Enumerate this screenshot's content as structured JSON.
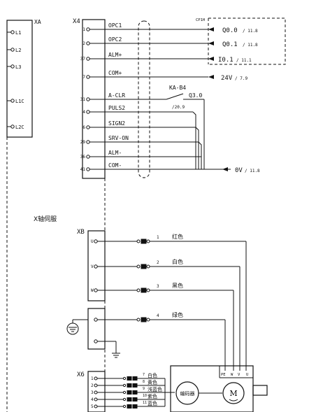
{
  "xa": {
    "label": "XA",
    "pins": [
      "L1",
      "L2",
      "L3",
      "L1C",
      "L2C"
    ]
  },
  "x4": {
    "label": "X4",
    "pins": [
      {
        "num": "1",
        "name": "OPC1"
      },
      {
        "num": "2",
        "name": "OPC2"
      },
      {
        "num": "37",
        "name": "ALM+"
      },
      {
        "num": "7",
        "name": "COM+"
      },
      {
        "num": "31",
        "name": "A-CLR"
      },
      {
        "num": "4",
        "name": "PULS2"
      },
      {
        "num": "6",
        "name": "SIGN2"
      },
      {
        "num": "29",
        "name": "SRV-ON"
      },
      {
        "num": "36",
        "name": "ALM-"
      },
      {
        "num": "41",
        "name": "COM-"
      }
    ]
  },
  "plc": {
    "box_label": "CP1H",
    "signals": [
      {
        "name": "Q0.0",
        "ref": "/ 11.8"
      },
      {
        "name": "Q0.1",
        "ref": "/ 11.8"
      },
      {
        "name": "I0.1",
        "ref": "/ 11.1"
      },
      {
        "name": "24V",
        "ref": "/ 7.9"
      }
    ],
    "relay_label": "KA-B4",
    "relay_output": "Q3.0",
    "relay_ref": "/20.9",
    "zero_v": "0V",
    "zero_v_ref": "/ 11.8"
  },
  "section_title": "X轴伺服",
  "xb": {
    "label": "XB",
    "pins": [
      "U",
      "V",
      "W"
    ],
    "wires": [
      {
        "num": "1",
        "color": "红色"
      },
      {
        "num": "2",
        "color": "白色"
      },
      {
        "num": "3",
        "color": "黑色"
      },
      {
        "num": "4",
        "color": "绿色"
      }
    ]
  },
  "x6": {
    "label": "X6",
    "pins": [
      "1",
      "2",
      "3",
      "4",
      "5"
    ],
    "wires": [
      {
        "num": "7",
        "color": "白色"
      },
      {
        "num": "8",
        "color": "黄色"
      },
      {
        "num": "9",
        "color": "浅蓝色"
      },
      {
        "num": "10",
        "color": "紫色"
      },
      {
        "num": "11",
        "color": "蓝色"
      }
    ]
  },
  "motor": {
    "encoder_label": "编码器",
    "motor_label": "M",
    "terminals": [
      "PE",
      "W",
      "V",
      "U"
    ]
  }
}
